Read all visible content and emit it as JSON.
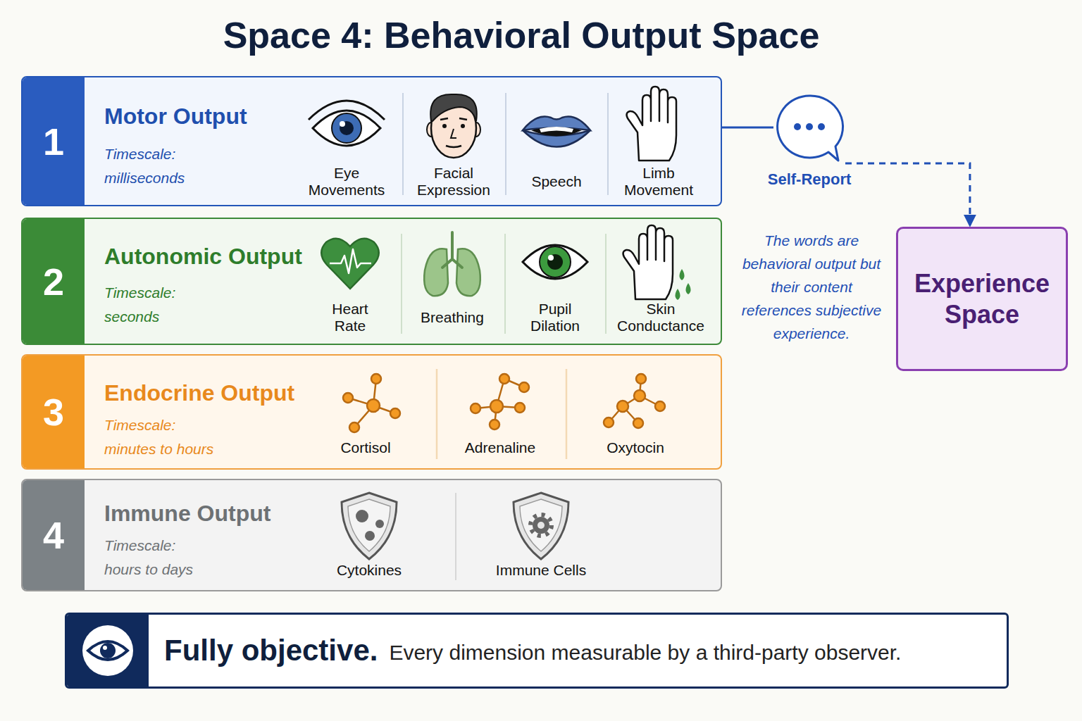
{
  "diagram": {
    "title": "Space 4: Behavioral Output Space",
    "nodes": [
      {
        "text": [
          "1",
          "Motor Output",
          "Timescale: milliseconds"
        ]
      },
      {
        "text": [
          "2",
          "Autonomic Output",
          "Timescale: seconds"
        ]
      },
      {
        "text": [
          "3",
          "Endocrine Output",
          "Timescale: minutes to hours"
        ]
      },
      {
        "text": [
          "4",
          "Immune Output",
          "Timescale: hours to days"
        ]
      },
      {
        "text": [
          "Self-Report"
        ]
      },
      {
        "text": [
          "Experience Space"
        ]
      },
      {
        "text": [
          "Fully objective.",
          "Every dimension measurable by a third-party observer."
        ]
      }
    ],
    "edges": [
      {
        "from": 0,
        "to": 4,
        "arrow": "none"
      },
      {
        "from": 4,
        "to": 5,
        "arrow": "to"
      }
    ],
    "labels": [
      "Eye Movements",
      "Facial Expression",
      "Speech",
      "Limb Movement",
      "Heart Rate",
      "Breathing",
      "Pupil Dilation",
      "Skin Conductance",
      "Cortisol",
      "Adrenaline",
      "Oxytocin",
      "Cytokines",
      "Immune Cells",
      "The words are behavioral output but their content references subjective experience."
    ]
  }
}
